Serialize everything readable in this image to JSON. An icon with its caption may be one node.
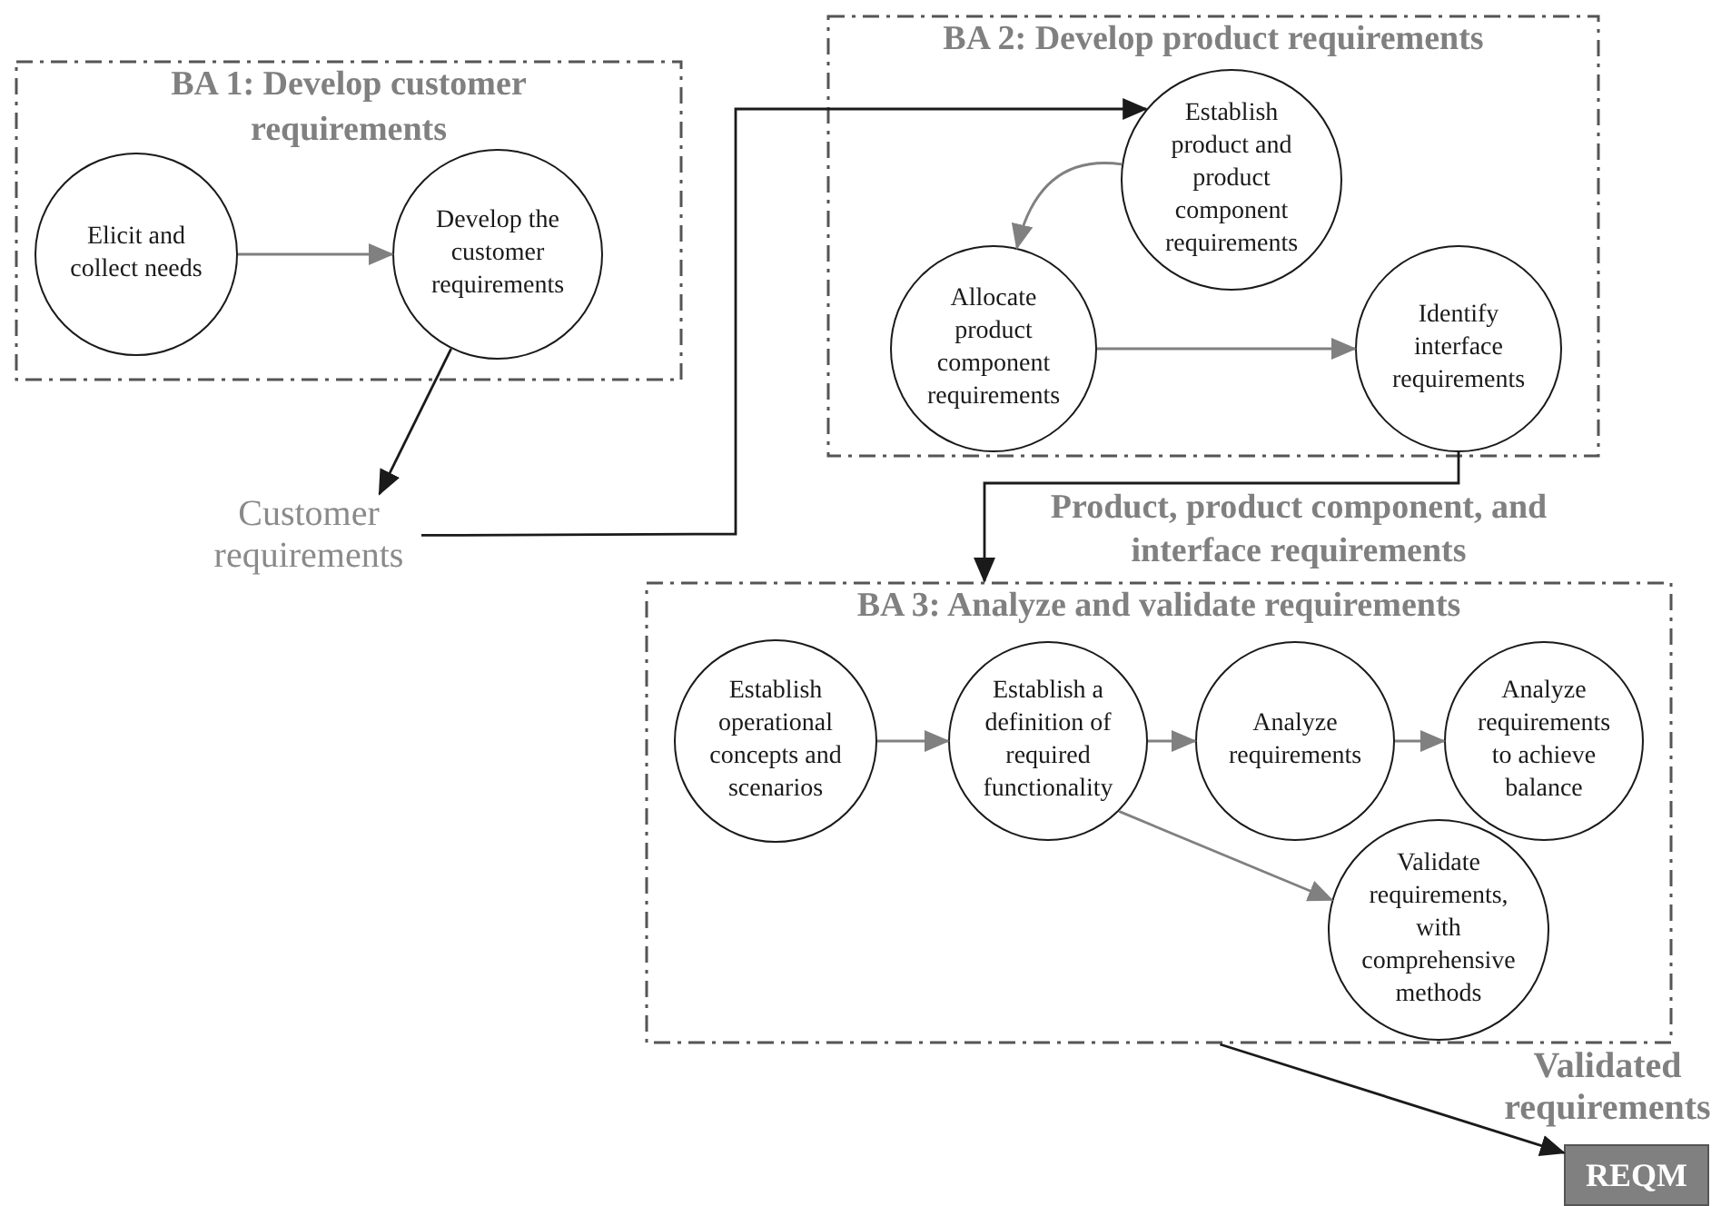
{
  "diagram": {
    "nodes": [
      {
        "text": [
          "BA 1: Develop customer requirements"
        ]
      },
      {
        "text": [
          "Elicit and collect needs"
        ],
        "in": 0
      },
      {
        "text": [
          "Develop the customer requirements"
        ],
        "in": 0
      },
      {
        "text": [
          "Customer requirements"
        ]
      },
      {
        "text": [
          "BA 2: Develop product requirements"
        ]
      },
      {
        "text": [
          "Establish product and product component requirements"
        ],
        "in": 4
      },
      {
        "text": [
          "Allocate product component requirements"
        ],
        "in": 4
      },
      {
        "text": [
          "Identify interface requirements"
        ],
        "in": 4
      },
      {
        "text": [
          "BA 3: Analyze and validate requirements"
        ]
      },
      {
        "text": [
          "Establish operational concepts and scenarios"
        ],
        "in": 8
      },
      {
        "text": [
          "Establish a definition of required functionality"
        ],
        "in": 8
      },
      {
        "text": [
          "Analyze requirements"
        ],
        "in": 8
      },
      {
        "text": [
          "Analyze requirements to achieve balance"
        ],
        "in": 8
      },
      {
        "text": [
          "Validate requirements, with comprehensive methods"
        ],
        "in": 8
      },
      {
        "text": [
          "REQM"
        ],
        "beside": [
          "Validated requirements"
        ]
      }
    ],
    "edges": [
      {
        "from": 1,
        "to": 2,
        "arrow": "to"
      },
      {
        "from": 2,
        "to": 3,
        "arrow": "to",
        "color": "#1a1a1a"
      },
      {
        "from": 3,
        "to": 5,
        "arrow": "to",
        "color": "#1a1a1a"
      },
      {
        "from": 5,
        "to": 6,
        "arrow": "to"
      },
      {
        "from": 6,
        "to": 7,
        "arrow": "to"
      },
      {
        "from": 7,
        "to": 8,
        "arrow": "to",
        "color": "#1a1a1a",
        "label": "Product, product component, and interface requirements"
      },
      {
        "from": 9,
        "to": 10,
        "arrow": "to"
      },
      {
        "from": 10,
        "to": 11,
        "arrow": "to"
      },
      {
        "from": 11,
        "to": 12,
        "arrow": "to"
      },
      {
        "from": 10,
        "to": 13,
        "arrow": "to"
      },
      {
        "from": 8,
        "to": 14,
        "arrow": "to",
        "color": "#1a1a1a"
      }
    ]
  }
}
